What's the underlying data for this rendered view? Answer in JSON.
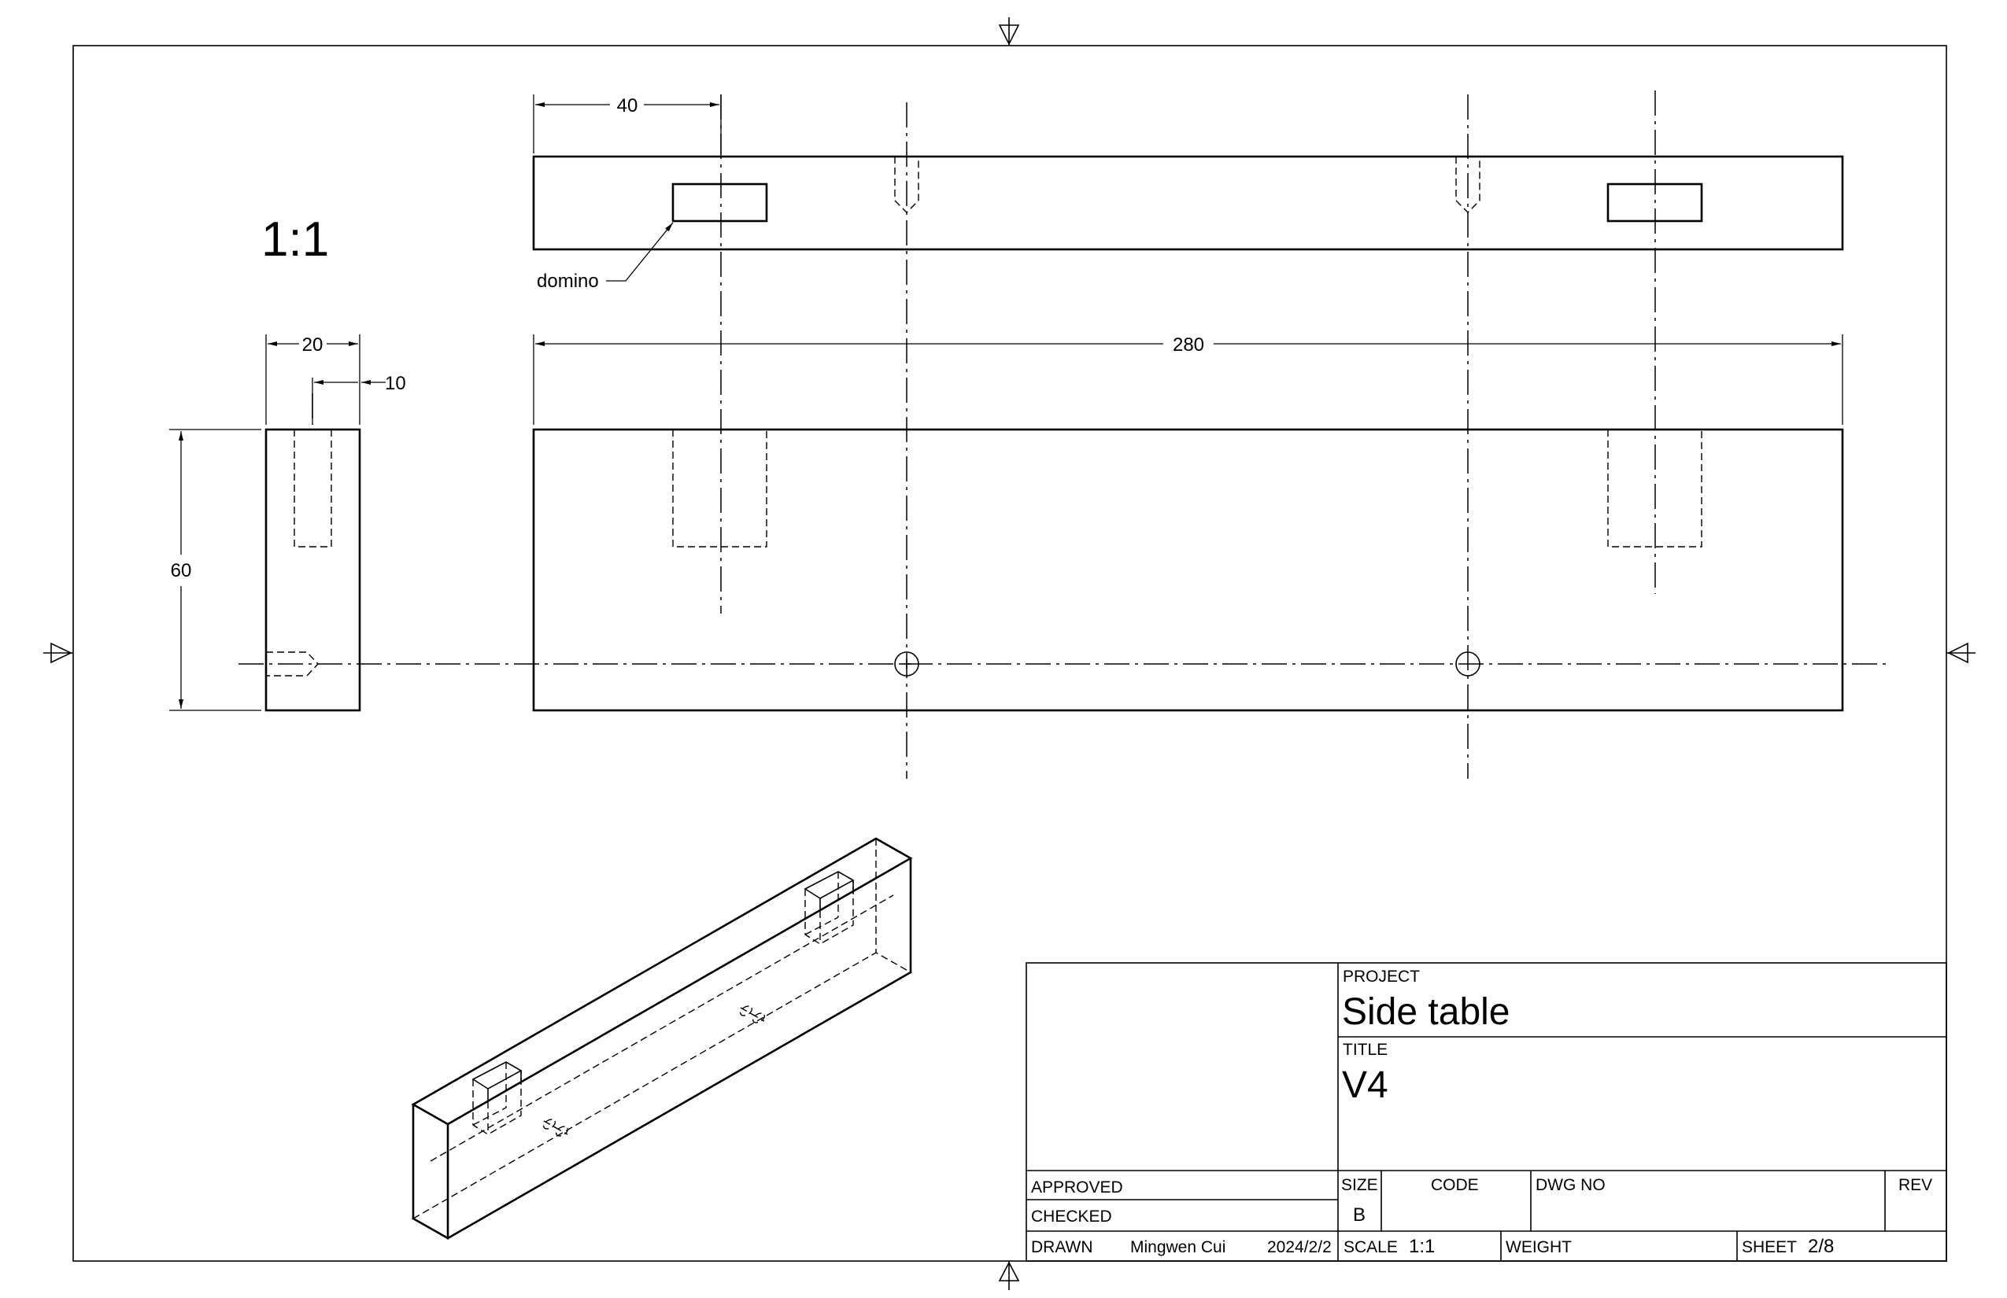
{
  "scale_label": "1:1",
  "dimensions": {
    "top_offset": "40",
    "overall_length": "280",
    "end_width": "20",
    "end_offset": "10",
    "height": "60"
  },
  "callout": {
    "domino": "domino"
  },
  "title_block": {
    "project_label": "PROJECT",
    "project_value": "Side table",
    "title_label": "TITLE",
    "title_value": "V4",
    "approved_label": "APPROVED",
    "checked_label": "CHECKED",
    "drawn_label": "DRAWN",
    "drawn_by": "Mingwen Cui",
    "drawn_date": "2024/2/2",
    "size_label": "SIZE",
    "size_value": "B",
    "code_label": "CODE",
    "dwg_label": "DWG NO",
    "rev_label": "REV",
    "scale_label": "SCALE",
    "scale_value": "1:1",
    "weight_label": "WEIGHT",
    "sheet_label": "SHEET",
    "sheet_value": "2/8"
  }
}
